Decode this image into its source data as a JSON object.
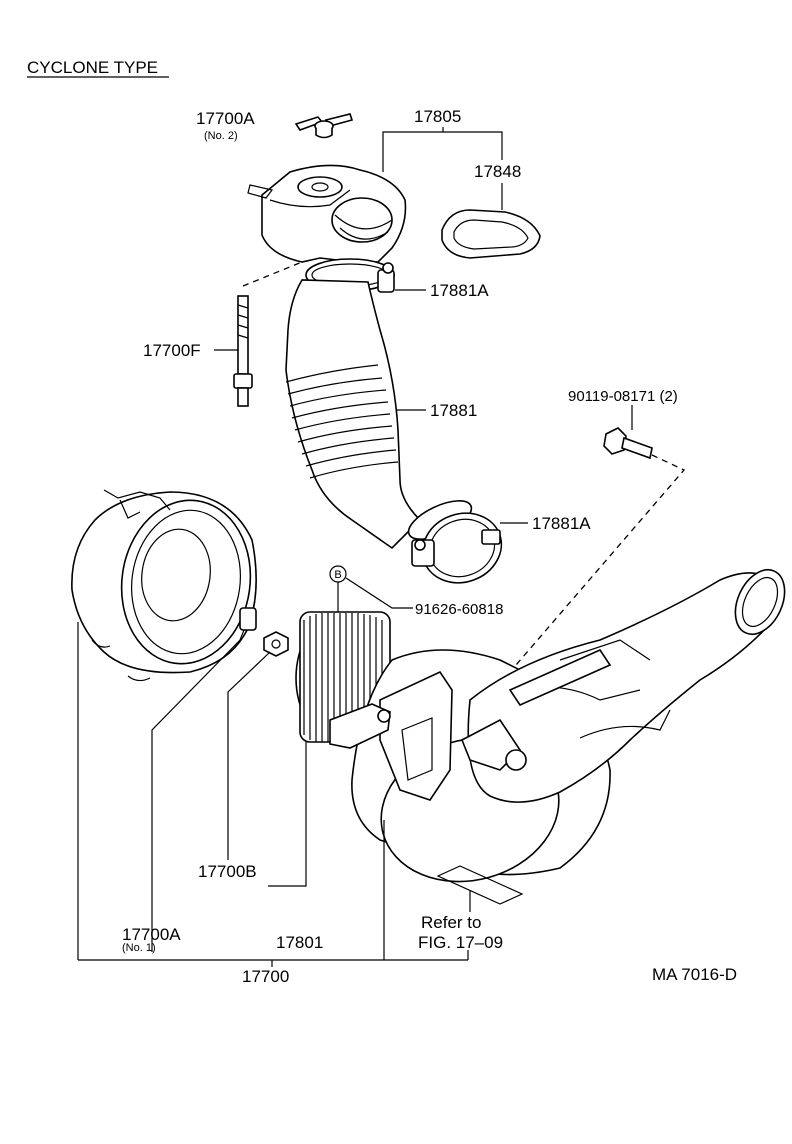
{
  "diagram": {
    "title": "CYCLONE TYPE",
    "figure_code": "MA 7016-D",
    "parts": {
      "p17700A_no2": "17700A",
      "p17700A_no2_sub": "(No. 2)",
      "p17805": "17805",
      "p17848": "17848",
      "p17881A_top": "17881A",
      "p17700F": "17700F",
      "p17881": "17881",
      "p90119": "90119-08171 (2)",
      "p17881A_mid": "17881A",
      "p91626": "91626-60818",
      "p17700B": "17700B",
      "p17700A_no1": "17700A",
      "p17700A_no1_sub": "(No. 1)",
      "p17801": "17801",
      "p17700": "17700",
      "refer_line1": "Refer to",
      "refer_line2": "FIG. 17–09",
      "marker_b": "B"
    },
    "icons": [
      "wing-nut",
      "cap",
      "gasket",
      "stud-bolt",
      "hose-clamp",
      "flexible-hose",
      "bolt",
      "filter-element",
      "air-cleaner-cover",
      "air-cleaner-case",
      "nut"
    ]
  }
}
